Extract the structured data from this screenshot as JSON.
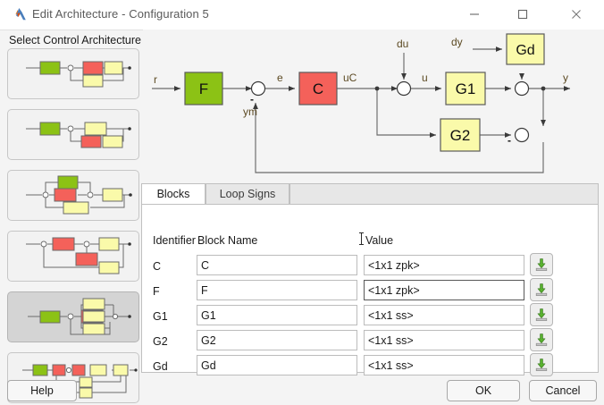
{
  "window": {
    "title": "Edit Architecture - Configuration 5",
    "logo_icon": "matlab-logo-icon",
    "minimize_icon": "minimize-icon",
    "maximize_icon": "maximize-icon",
    "close_icon": "close-icon"
  },
  "sidebar": {
    "label": "Select Control Architecture",
    "selected_index": 4,
    "items": [
      {
        "name": "architecture-thumbnail-1",
        "selected": false
      },
      {
        "name": "architecture-thumbnail-2",
        "selected": false
      },
      {
        "name": "architecture-thumbnail-3",
        "selected": false
      },
      {
        "name": "architecture-thumbnail-4",
        "selected": false
      },
      {
        "name": "architecture-thumbnail-5",
        "selected": true
      },
      {
        "name": "architecture-thumbnail-6",
        "selected": false
      }
    ]
  },
  "diagram": {
    "blocks": [
      {
        "id": "F",
        "label": "F",
        "color": "#8CC215"
      },
      {
        "id": "C",
        "label": "C",
        "color": "#F4615A"
      },
      {
        "id": "G1",
        "label": "G1",
        "color": "#FAFAAA"
      },
      {
        "id": "G2",
        "label": "G2",
        "color": "#FAFAAA"
      },
      {
        "id": "Gd",
        "label": "Gd",
        "color": "#FAFAAA"
      }
    ],
    "signals": [
      {
        "name": "r",
        "label": "r"
      },
      {
        "name": "ym",
        "label": "ym"
      },
      {
        "name": "e",
        "label": "e"
      },
      {
        "name": "uC",
        "label": "uC"
      },
      {
        "name": "du",
        "label": "du"
      },
      {
        "name": "u",
        "label": "u"
      },
      {
        "name": "dy",
        "label": "dy"
      },
      {
        "name": "y",
        "label": "y"
      }
    ],
    "sum_signs": [
      "-",
      "-"
    ],
    "label_color": "#5C4A23"
  },
  "tabs": [
    {
      "label": "Blocks",
      "active": true
    },
    {
      "label": "Loop Signs",
      "active": false
    }
  ],
  "table": {
    "headers": {
      "identifier": "Identifier",
      "block_name": "Block Name",
      "value": "Value"
    },
    "rows": [
      {
        "identifier": "C",
        "block_name": "C",
        "value": "<1x1 zpk>",
        "focused": false,
        "import_icon": "import-arrow-icon"
      },
      {
        "identifier": "F",
        "block_name": "F",
        "value": "<1x1 zpk>",
        "focused": true,
        "import_icon": "import-arrow-icon"
      },
      {
        "identifier": "G1",
        "block_name": "G1",
        "value": "<1x1 ss>",
        "focused": false,
        "import_icon": "import-arrow-icon"
      },
      {
        "identifier": "G2",
        "block_name": "G2",
        "value": "<1x1 ss>",
        "focused": false,
        "import_icon": "import-arrow-icon"
      },
      {
        "identifier": "Gd",
        "block_name": "Gd",
        "value": "<1x1 ss>",
        "focused": false,
        "import_icon": "import-arrow-icon"
      }
    ]
  },
  "footer": {
    "help": "Help",
    "ok": "OK",
    "cancel": "Cancel"
  }
}
